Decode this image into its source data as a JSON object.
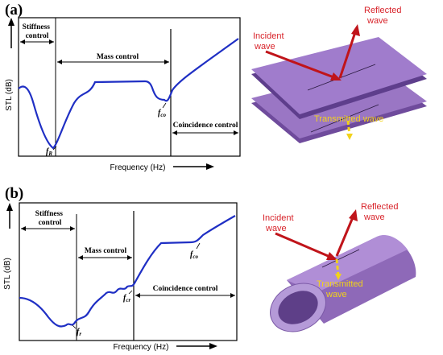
{
  "panels": [
    {
      "label": "(a)",
      "ylabel": "STL (dB)",
      "xlabel": "Frequency (Hz)",
      "regions": {
        "stiffness": "Stiffness control",
        "mass": "Mass control",
        "coincidence": "Coincidence control"
      },
      "markers": {
        "fr": "fR",
        "fco": "fco"
      },
      "waves": {
        "incident": "Incident wave",
        "reflected": "Reflected wave",
        "transmitted": "Transmitted wave"
      }
    },
    {
      "label": "(b)",
      "ylabel": "STL (dB)",
      "xlabel": "Frequency (Hz)",
      "regions": {
        "stiffness": "Stiffness control",
        "mass": "Mass control",
        "coincidence": "Coincidence control"
      },
      "markers": {
        "fr": "fr",
        "fcr": "fcr",
        "fco": "fco"
      },
      "waves": {
        "incident": "Incident wave",
        "reflected": "Reflected wave",
        "transmitted": "Transmitted wave"
      }
    }
  ],
  "colors": {
    "curve": "#1f2fc4",
    "wave": "#d8232a",
    "transmitted": "#f2d21a",
    "plate": "#8e69b8"
  }
}
